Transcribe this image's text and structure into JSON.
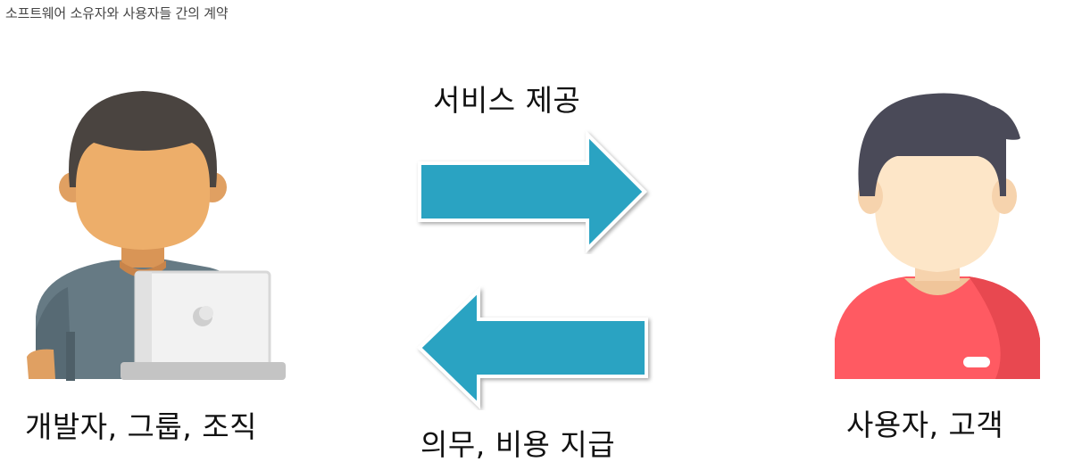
{
  "caption": "소프트웨어 소유자와 사용자들 간의 계약",
  "developer": {
    "label": "개발자, 그룹, 조직",
    "icon": "developer-with-laptop-icon"
  },
  "customer": {
    "label": "사용자, 고객",
    "icon": "customer-person-icon"
  },
  "arrows": {
    "top_label": "서비스 제공",
    "bottom_label": "의무, 비용 지급",
    "color": "#2BA3C2"
  }
}
